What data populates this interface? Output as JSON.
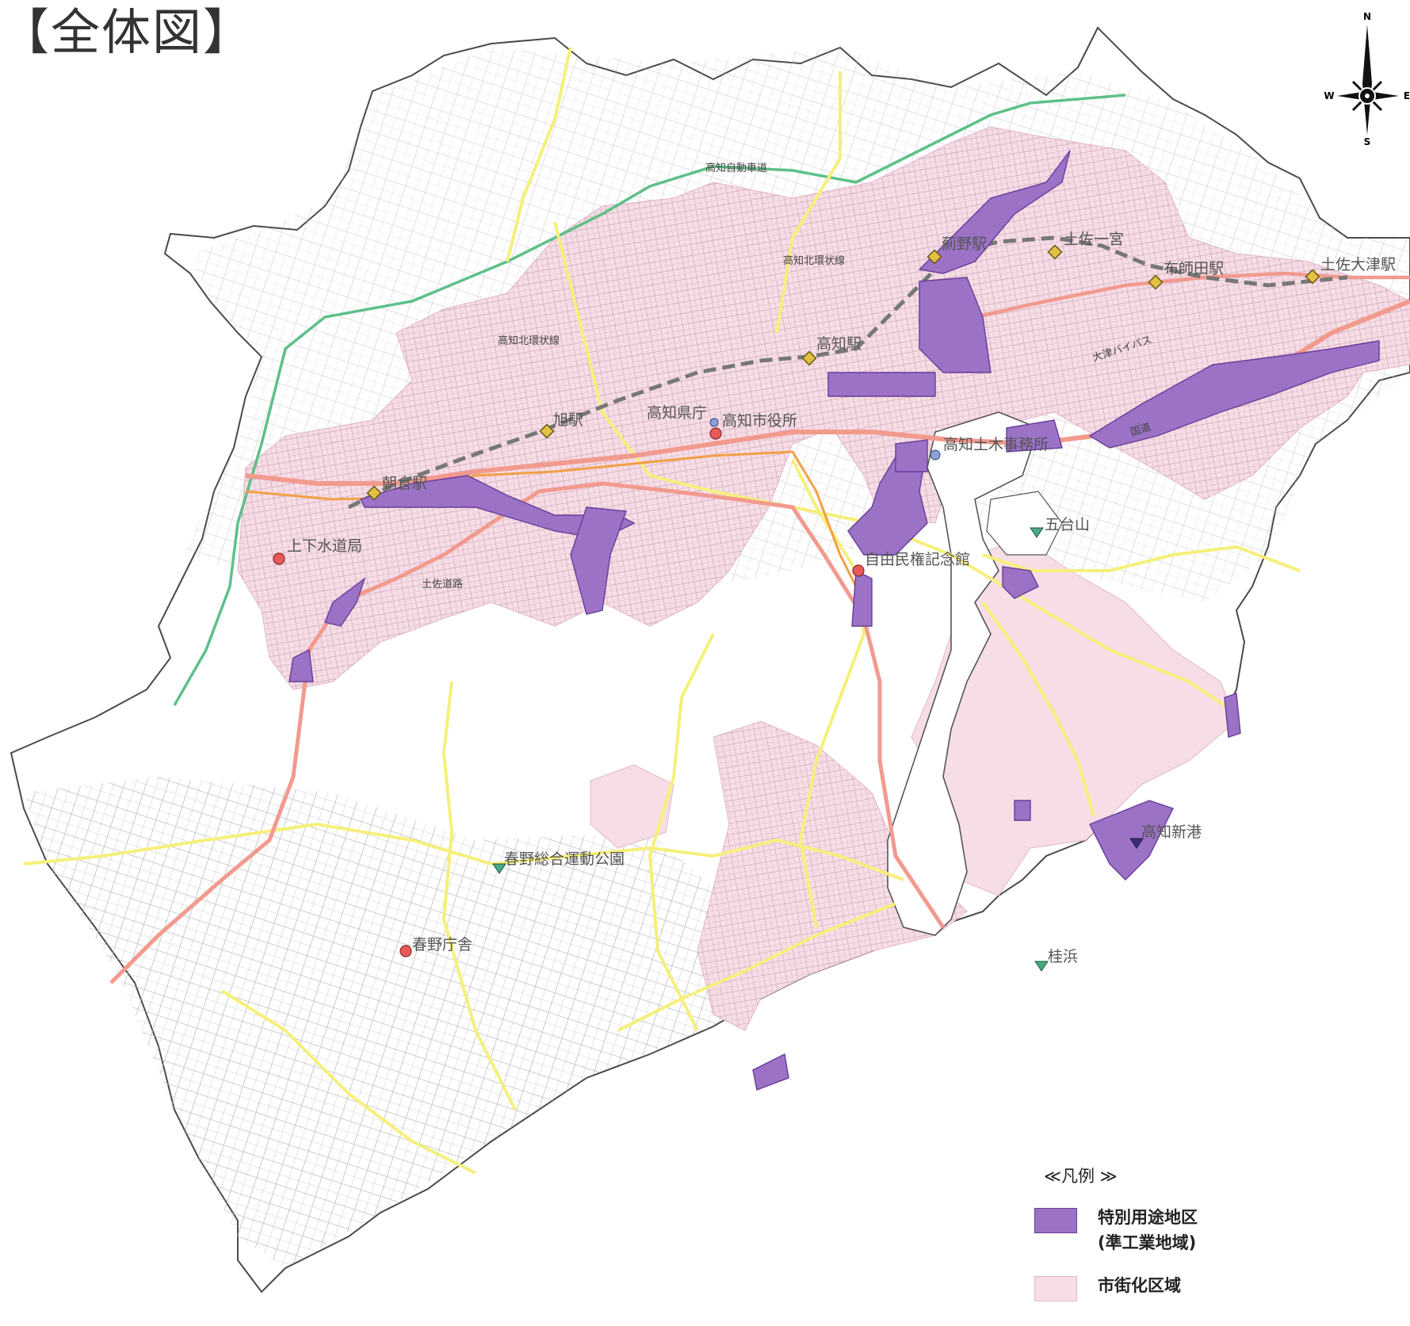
{
  "title": "【全体図】",
  "compass": {
    "n": "N",
    "s": "S",
    "w": "W",
    "e": "E"
  },
  "colors": {
    "special_district": "#9b72c6",
    "urbanization_area": "#f6dde6",
    "expressway": "#5ec08a",
    "national_road": "#f29a8e",
    "prefectural_road": "#f6ef7a",
    "railway": "#666666",
    "tram": "#f2a046"
  },
  "labels": {
    "asakura": "朝倉駅",
    "asahi": "旭駅",
    "kochi_station": "高知駅",
    "kenjo": "高知県庁",
    "city_hall": "高知市役所",
    "doboku": "高知土木事務所",
    "jiyu": "自由民権記念館",
    "suido": "上下水道局",
    "tosa_road": "土佐道路",
    "kita_kanjo1": "高知北環状線",
    "kita_kanjo2": "高知北環状線",
    "expressway": "高知自動車道",
    "hanyama": "薊野駅",
    "tosa_ichinomiya": "土佐一宮",
    "nunoshida": "布師田駅",
    "tosa_otsu": "土佐大津駅",
    "otsu_bypass": "大津バイパス",
    "kokudo": "国道",
    "godaisan": "五台山",
    "shinko": "高知新港",
    "katsurahama": "桂浜",
    "haruno_park": "春野総合運動公園",
    "haruno_office": "春野庁舎"
  },
  "legend": {
    "title": "≪凡例 ≫",
    "item1_line1": "特別用途地区",
    "item1_line2": "(準工業地域)",
    "item2": "市街化区域"
  }
}
